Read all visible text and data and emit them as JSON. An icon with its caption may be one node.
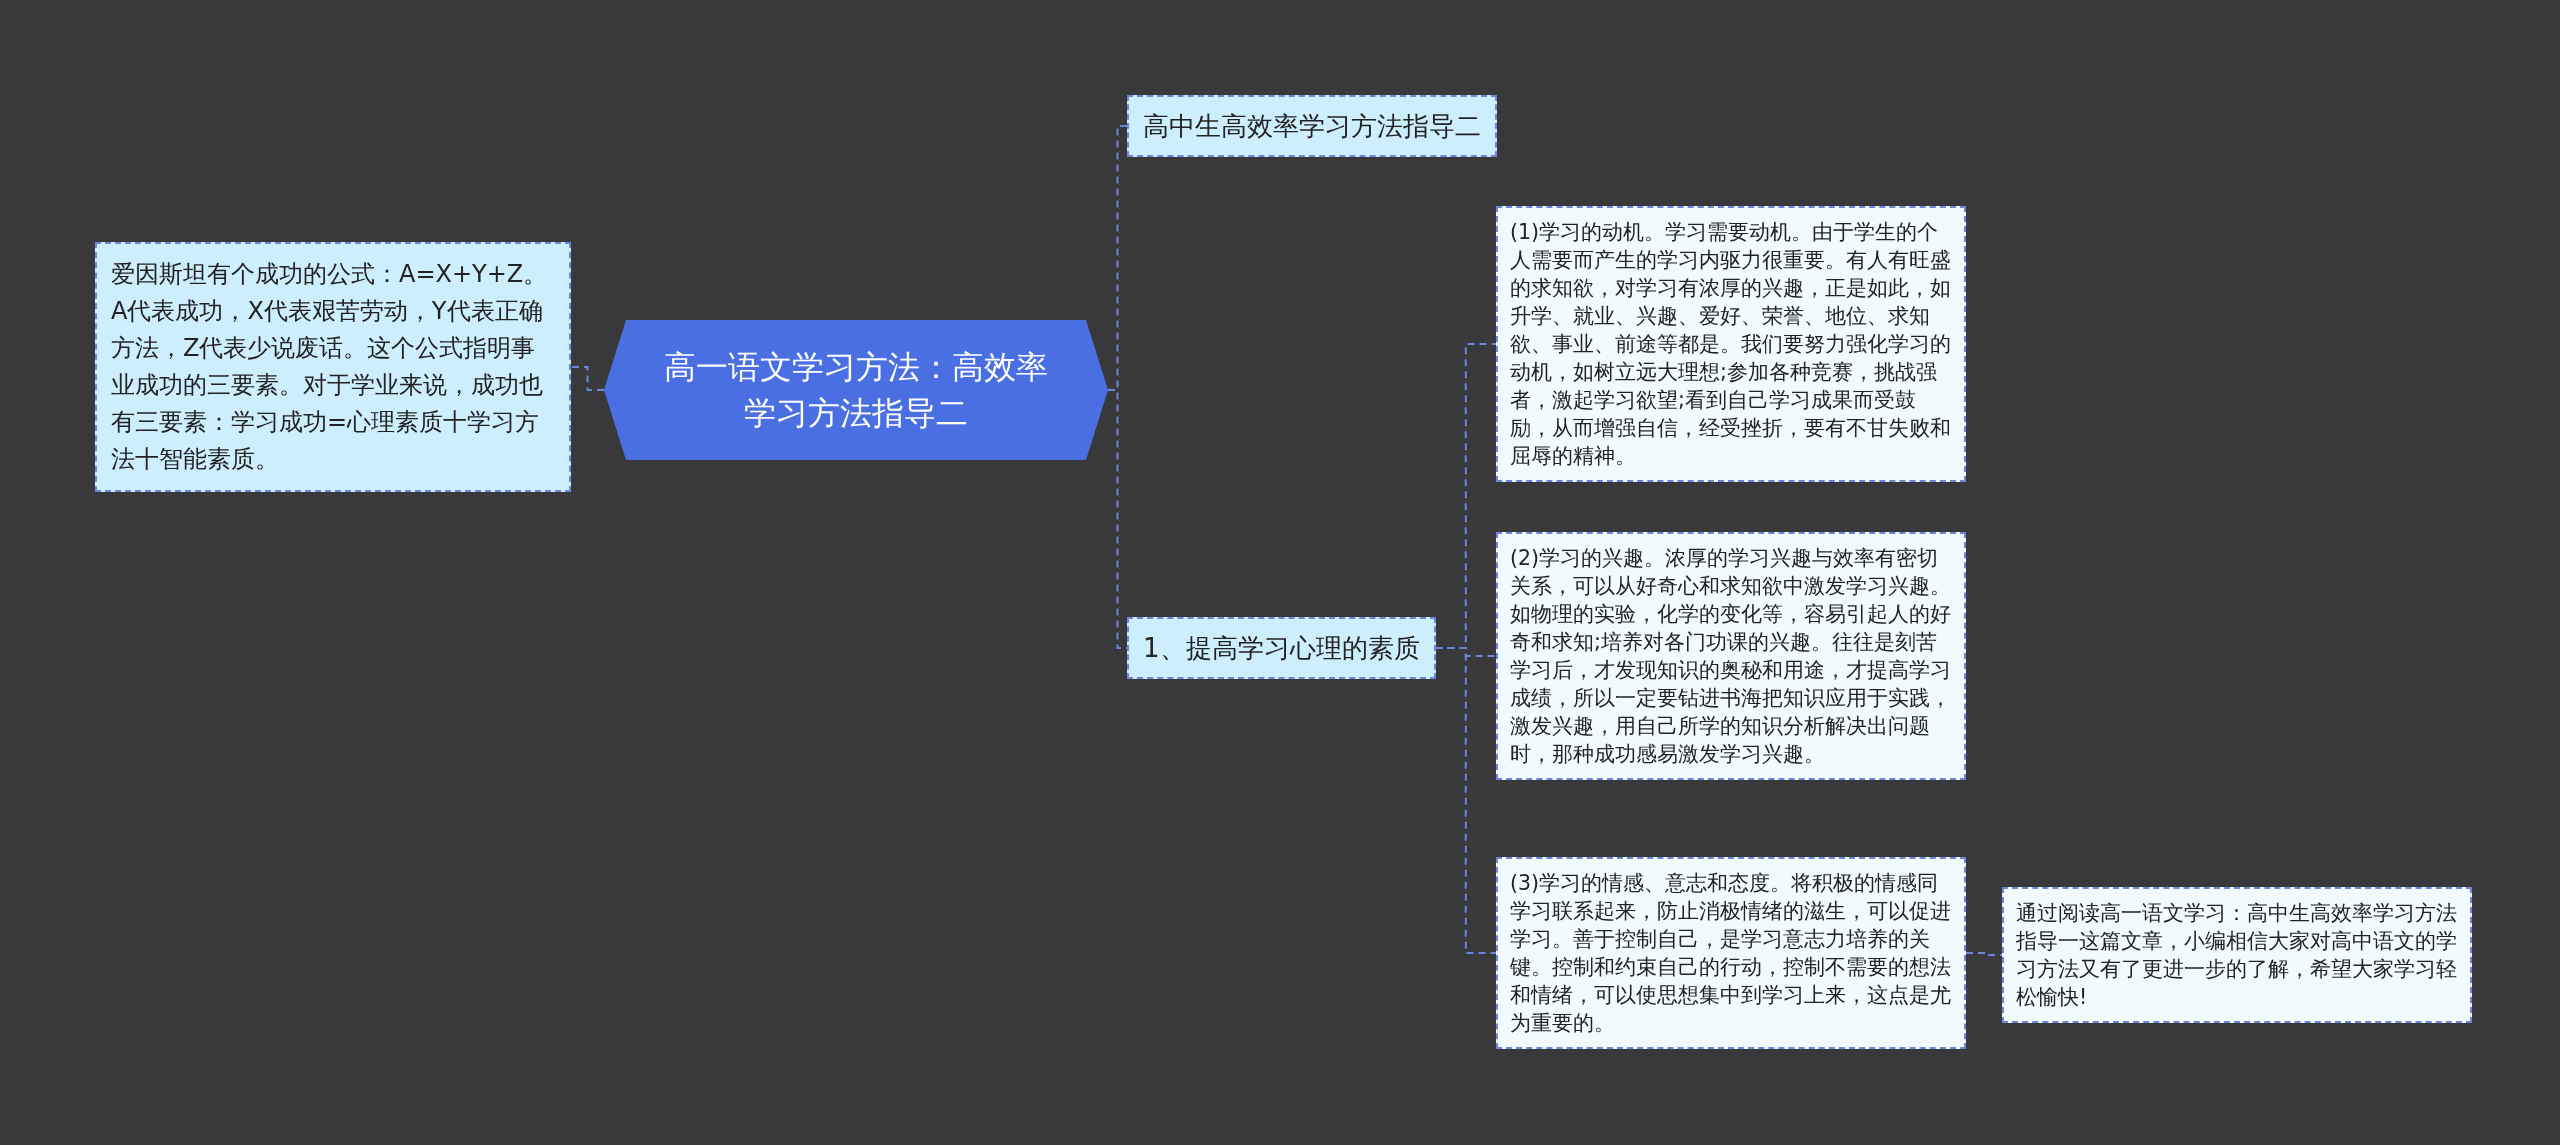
{
  "diagram": {
    "nodes": [
      {
        "text": [
          "高一语文学习方法：高效率学习方法指导二"
        ]
      },
      {
        "text": [
          "爱因斯坦有个成功的公式：A=X+Y+Z。A代表成功，X代表艰苦劳动，Y代表正确方法，Z代表少说废话。这个公式指明事业成功的三要素。对于学业来说，成功也有三要素：学习成功=心理素质十学习方法十智能素质。"
        ]
      },
      {
        "text": [
          "高中生高效率学习方法指导二"
        ]
      },
      {
        "text": [
          "1、提高学习心理的素质"
        ]
      },
      {
        "text": [
          "(1)学习的动机。学习需要动机。由于学生的个人需要而产生的学习内驱力很重要。有人有旺盛的求知欲，对学习有浓厚的兴趣，正是如此，如升学、就业、兴趣、爱好、荣誉、地位、求知欲、事业、前途等都是。我们要努力强化学习的动机，如树立远大理想;参加各种竞赛，挑战强者，激起学习欲望;看到自己学习成果而受鼓励，从而增强自信，经受挫折，要有不甘失败和屈辱的精神。"
        ]
      },
      {
        "text": [
          "(2)学习的兴趣。浓厚的学习兴趣与效率有密切关系，可以从好奇心和求知欲中激发学习兴趣。如物理的实验，化学的变化等，容易引起人的好奇和求知;培养对各门功课的兴趣。往往是刻苦学习后，才发现知识的奥秘和用途，才提高学习成绩，所以一定要钻进书海把知识应用于实践，激发兴趣，用自己所学的知识分析解决出问题时，那种成功感易激发学习兴趣。"
        ]
      },
      {
        "text": [
          "(3)学习的情感、意志和态度。将积极的情感同学习联系起来，防止消极情绪的滋生，可以促进学习。善于控制自己，是学习意志力培养的关键。控制和约束自己的行动，控制不需要的想法和情绪，可以使思想集中到学习上来，这点是尤为重要的。"
        ]
      },
      {
        "text": [
          "通过阅读高一语文学习：高中生高效率学习方法指导一这篇文章，小编相信大家对高中语文的学习方法又有了更进一步的了解，希望大家学习轻松愉快!"
        ]
      }
    ],
    "edges": [
      {
        "from": 0,
        "to": 1,
        "arrow": "none",
        "style": "dashed"
      },
      {
        "from": 0,
        "to": 2,
        "arrow": "none",
        "style": "dashed"
      },
      {
        "from": 0,
        "to": 3,
        "arrow": "none",
        "style": "dashed"
      },
      {
        "from": 3,
        "to": 4,
        "arrow": "none",
        "style": "dashed"
      },
      {
        "from": 3,
        "to": 5,
        "arrow": "none",
        "style": "dashed"
      },
      {
        "from": 3,
        "to": 6,
        "arrow": "none",
        "style": "dashed"
      },
      {
        "from": 6,
        "to": 7,
        "arrow": "none",
        "style": "dashed"
      }
    ]
  }
}
